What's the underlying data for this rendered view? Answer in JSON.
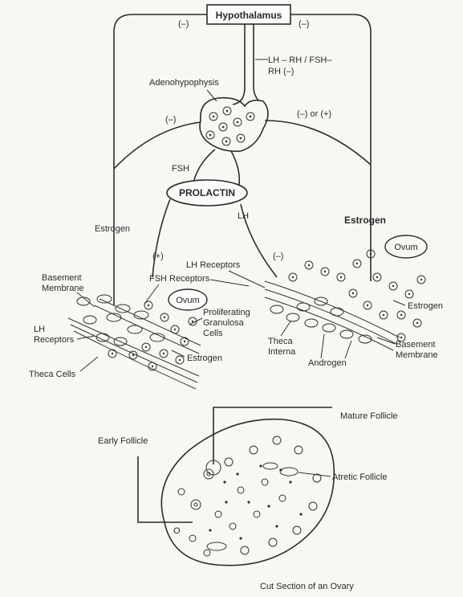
{
  "labels": {
    "hypothalamus": "Hypothalamus",
    "hypo_left_sign": "(–)",
    "hypo_right_sign": "(–)",
    "lh_rh_line1": "LH – RH / FSH–",
    "lh_rh_line2": "RH (–)",
    "adenohypophysis": "Adenohypophysis",
    "pit_left_sign": "(–)",
    "pit_right_sign": "(–) or (+)",
    "fsh": "FSH",
    "prolactin": "PROLACTIN",
    "lh": "LH",
    "estrogen_left": "Estrogen",
    "estrogen_right": "Estrogen",
    "plus_left": "(+)",
    "minus_right": "(–)",
    "lh_receptors_top": "LH Receptors",
    "fsh_receptors": "FSH Receptors",
    "basement_membrane_left_1": "Basement",
    "basement_membrane_left_2": "Membrane",
    "ovum_left": "Ovum",
    "ovum_right": "Ovum",
    "proliferating_1": "Proliferating",
    "proliferating_2": "Granulosa",
    "proliferating_3": "Cells",
    "lh_receptors_left_1": "LH",
    "lh_receptors_left_2": "Receptors",
    "estrogen_bottom_left": "Estrogen",
    "theca_cells": "Theca Cells",
    "theca_interna_1": "Theca",
    "theca_interna_2": "Interna",
    "androgen": "Androgen",
    "estrogen_bottom_right": "Estrogen",
    "basement_membrane_right_1": "Basement",
    "basement_membrane_right_2": "Membrane",
    "mature_follicle": "Mature Follicle",
    "early_follicle": "Early Follicle",
    "atretic_follicle": "Atretic Follicle",
    "ovary_o": "O",
    "cut_section": "Cut Section of an Ovary"
  }
}
